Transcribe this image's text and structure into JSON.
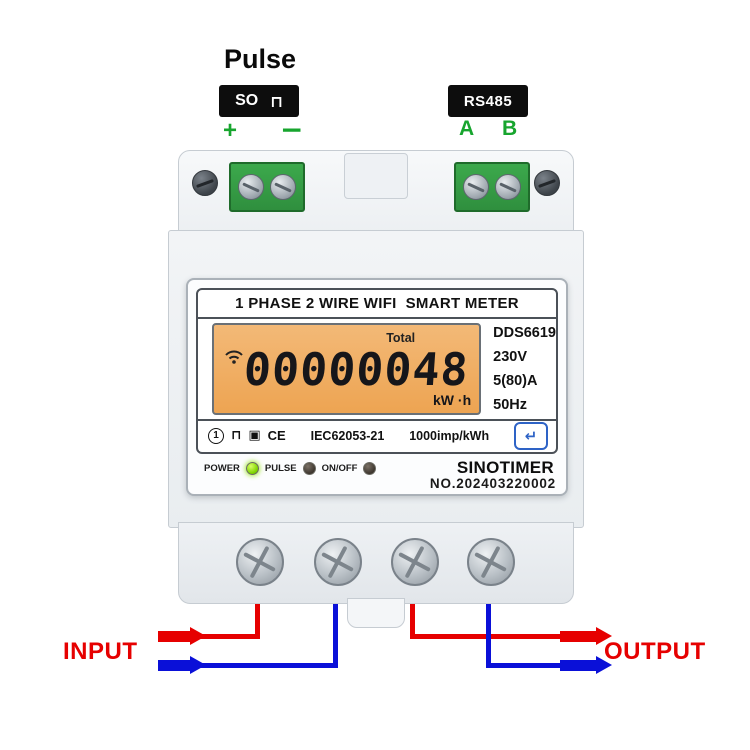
{
  "scene": {
    "pulse_title": "Pulse",
    "so_port": {
      "label": "SO",
      "symbol": "⊓",
      "plus": "+",
      "minus": "−"
    },
    "rs485_port": {
      "label": "RS485",
      "terminal_a": "A",
      "terminal_b": "B"
    },
    "input_label": "INPUT",
    "output_label": "OUTPUT"
  },
  "meter": {
    "title": "1 PHASE 2 WIRE WIFI  SMART METER",
    "lcd": {
      "total_label": "Total",
      "reading": "00000048",
      "unit": "kW ·h"
    },
    "specs": [
      "DDS6619",
      "230V",
      "5(80)A",
      "50Hz"
    ],
    "cert_row": {
      "marks": [
        "1",
        "⊓",
        "▣",
        "CE"
      ],
      "standard": "IEC62053-21",
      "impulse_rate": "1000imp/kWh",
      "enter_symbol": "↵"
    },
    "leds": [
      {
        "label": "POWER",
        "state": "on"
      },
      {
        "label": "PULSE",
        "state": "off"
      },
      {
        "label": "ON/OFF",
        "state": "off"
      }
    ],
    "brand": "SINOTIMER",
    "serial": "NO.202403220002"
  },
  "colors": {
    "wire_red": "#e60000",
    "wire_blue": "#0a10d8",
    "terminal_green": "#2f8f3e",
    "lcd_amber": "#f0ae5f",
    "led_on": "#7ed400",
    "label_green": "#17a52e",
    "annotation_black": "#0d0d0d"
  }
}
